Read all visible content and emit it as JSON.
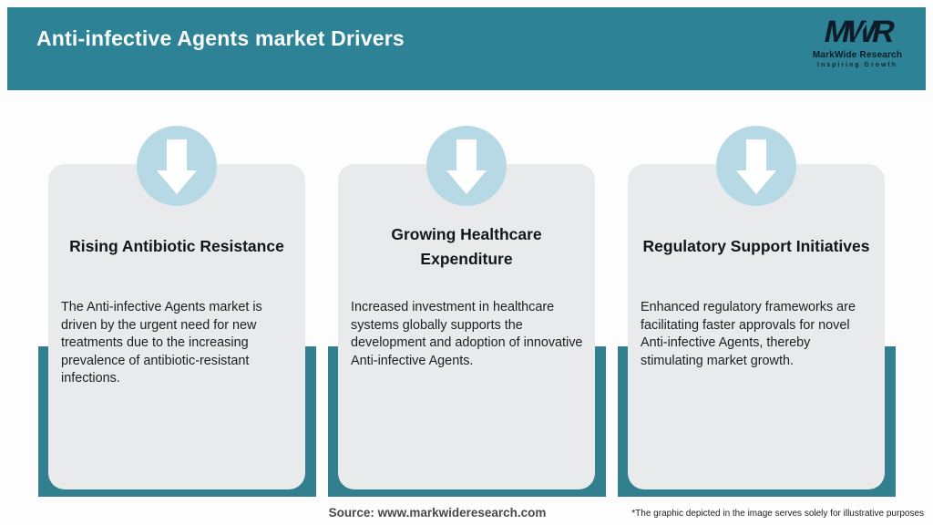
{
  "header": {
    "title": "Anti-infective Agents market Drivers",
    "background_color": "#2e8296"
  },
  "logo": {
    "mark": "MWR",
    "name": "MarkWide Research",
    "tagline": "Inspiring Growth",
    "text_color": "#0d1c28"
  },
  "cards": [
    {
      "icon": "down-arrow-icon",
      "title": "Rising Antibiotic Resistance",
      "description": "The Anti-infective Agents market is driven by the urgent need for new treatments due to the increasing prevalence of antibiotic-resistant infections."
    },
    {
      "icon": "down-arrow-icon",
      "title": "Growing Healthcare Expenditure",
      "description": "Increased investment in healthcare systems globally supports the development and adoption of innovative Anti-infective Agents."
    },
    {
      "icon": "down-arrow-icon",
      "title": "Regulatory Support Initiatives",
      "description": "Enhanced regulatory frameworks are facilitating faster approvals for novel Anti-infective Agents, thereby stimulating market growth."
    }
  ],
  "footer": {
    "source": "Source: www.markwideresearch.com",
    "disclaimer": "*The graphic depicted in the image serves solely for illustrative purposes"
  },
  "colors": {
    "header_teal": "#2e8296",
    "band_teal": "#32808f",
    "card_gray": "#e8eaeb",
    "icon_circle_blue": "#b7d9e6",
    "arrow_white": "#ffffff"
  }
}
